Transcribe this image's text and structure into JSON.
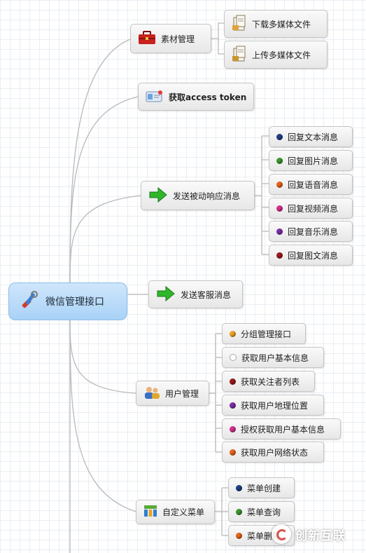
{
  "root": {
    "label": "微信管理接口",
    "icon": "tools-icon"
  },
  "branches": [
    {
      "label": "素材管理",
      "icon": "toolbox-icon",
      "children": [
        {
          "label": "下载多媒体文件",
          "icon": "document-download-icon"
        },
        {
          "label": "上传多媒体文件",
          "icon": "document-upload-icon"
        }
      ]
    },
    {
      "label": "获取access token",
      "icon": "id-card-icon",
      "children": []
    },
    {
      "label": "发送被动响应消息",
      "icon": "green-arrow-icon",
      "children": [
        {
          "label": "回复文本消息",
          "icon": "dot-icon",
          "color": "#1f3f86"
        },
        {
          "label": "回复图片消息",
          "icon": "dot-icon",
          "color": "#3a9a2e"
        },
        {
          "label": "回复语音消息",
          "icon": "dot-icon",
          "color": "#e8641c"
        },
        {
          "label": "回复视频消息",
          "icon": "dot-icon",
          "color": "#d6318f"
        },
        {
          "label": "回复音乐消息",
          "icon": "dot-icon",
          "color": "#7b2fa8"
        },
        {
          "label": "回复图文消息",
          "icon": "dot-icon",
          "color": "#9c1a1a"
        }
      ]
    },
    {
      "label": "发送客服消息",
      "icon": "green-arrow-icon",
      "children": []
    },
    {
      "label": "用户管理",
      "icon": "users-icon",
      "children": [
        {
          "label": "分组管理接口",
          "icon": "dot-icon",
          "color": "#f0a428"
        },
        {
          "label": "获取用户基本信息",
          "icon": "empty-dot-icon",
          "color": "#ffffff"
        },
        {
          "label": "获取关注者列表",
          "icon": "dot-icon",
          "color": "#9c1a1a"
        },
        {
          "label": "获取用户地理位置",
          "icon": "dot-icon",
          "color": "#7b2fa8"
        },
        {
          "label": "授权获取用户基本信息",
          "icon": "dot-icon",
          "color": "#d6318f"
        },
        {
          "label": "获取用户网络状态",
          "icon": "dot-icon",
          "color": "#e8641c"
        }
      ]
    },
    {
      "label": "自定义菜单",
      "icon": "menu-grid-icon",
      "children": [
        {
          "label": "菜单创建",
          "icon": "dot-icon",
          "color": "#1f3f86"
        },
        {
          "label": "菜单查询",
          "icon": "dot-icon",
          "color": "#3a9a2e"
        },
        {
          "label": "菜单删除",
          "icon": "dot-icon",
          "color": "#e8641c"
        }
      ]
    }
  ],
  "watermark": {
    "text": "创新互联"
  },
  "colors": {
    "line": "#b9b9b9",
    "root_fill": "#b9dcf9"
  }
}
